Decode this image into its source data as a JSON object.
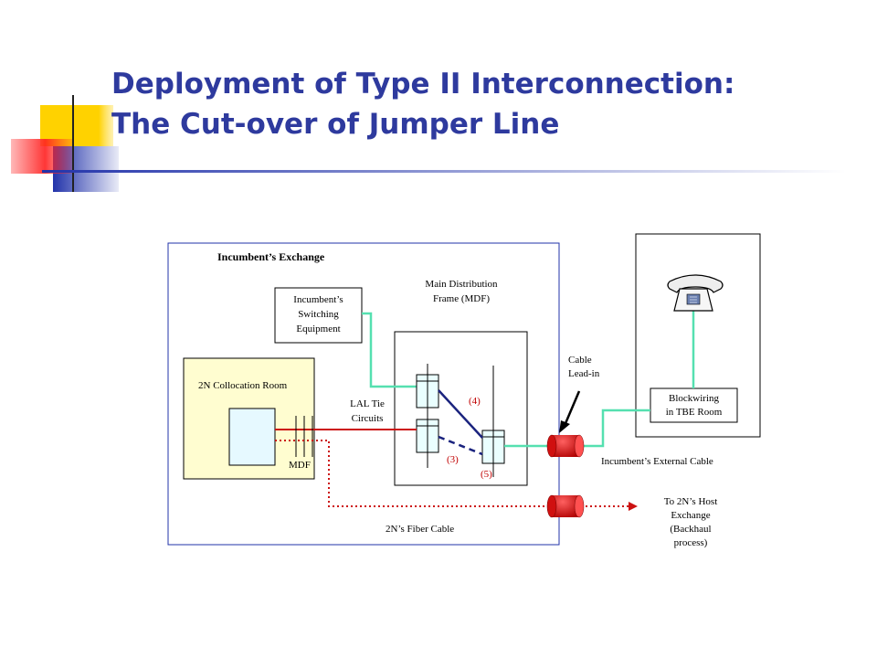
{
  "slide": {
    "title_line1": "Deployment of Type II Interconnection:",
    "title_line2": "The Cut-over of Jumper Line"
  },
  "diagram": {
    "exchange_label": "Incumbent’s Exchange",
    "mdf_label_line1": "Main Distribution",
    "mdf_label_line2": "Frame (MDF)",
    "switching_line1": "Incumbent’s",
    "switching_line2": "Switching",
    "switching_line3": "Equipment",
    "collocation_label": "2N Collocation Room",
    "mdf_small_label": "MDF",
    "lal_line1": "LAL Tie",
    "lal_line2": "Circuits",
    "step_4": "(4)",
    "step_3": "(3)",
    "step_5": "(5)",
    "cable_leadin_line1": "Cable",
    "cable_leadin_line2": "Lead-in",
    "blockwiring_line1": "Blockwiring",
    "blockwiring_line2": "in TBE Room",
    "external_cable_label": "Incumbent’s External Cable",
    "host_line1": "To 2N’s Host",
    "host_line2": "Exchange",
    "host_line3": "(Backhaul",
    "host_line4": "process)",
    "fiber_label": "2N’s Fiber Cable"
  },
  "colors": {
    "title": "#2e3a9e",
    "accent_yellow": "#ffd200",
    "accent_blue": "#2233aa",
    "accent_red": "#ff3030",
    "jumper_green": "#55e0b0",
    "lal_red": "#cc1111",
    "jumper_navy": "#1a237e",
    "collocation_fill": "#fffdd0",
    "equipment_fill": "#e6f9ff"
  }
}
